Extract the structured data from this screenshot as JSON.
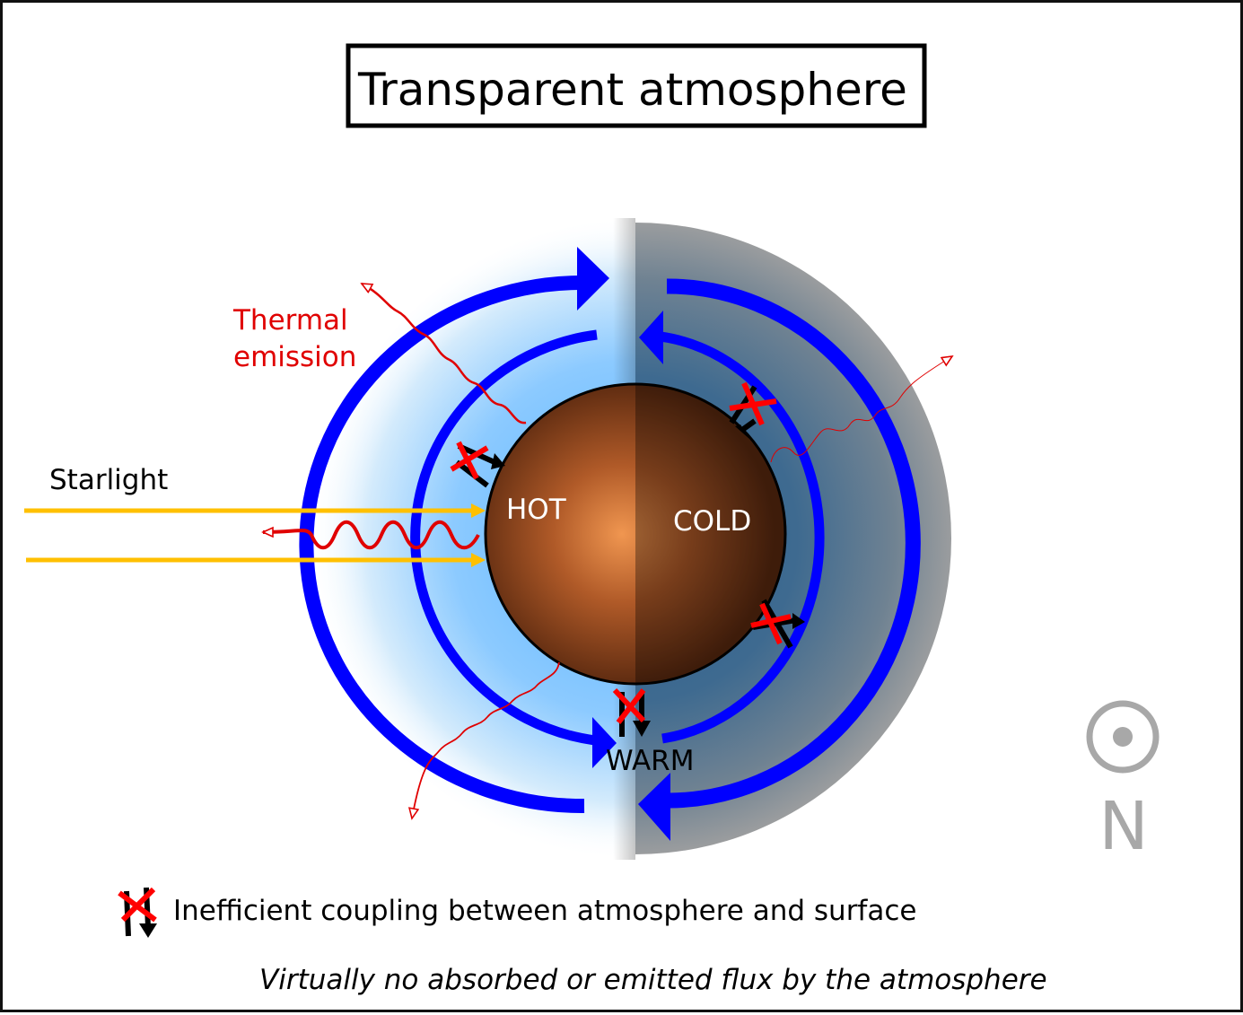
{
  "title": "Transparent atmosphere",
  "labels": {
    "starlight": "Starlight",
    "thermal_line1": "Thermal",
    "thermal_line2": "emission",
    "hot": "HOT",
    "cold": "COLD",
    "warm": "WARM",
    "compass": "N"
  },
  "legend": {
    "coupling": "Inefficient coupling between atmosphere and surface"
  },
  "caption": "Virtually no absorbed or emitted flux by the atmosphere",
  "colors": {
    "flow": "#0000ff",
    "starlight": "#ffc000",
    "emission": "#e00000",
    "cross": "#ff0000",
    "compass": "#a8a8a8"
  }
}
